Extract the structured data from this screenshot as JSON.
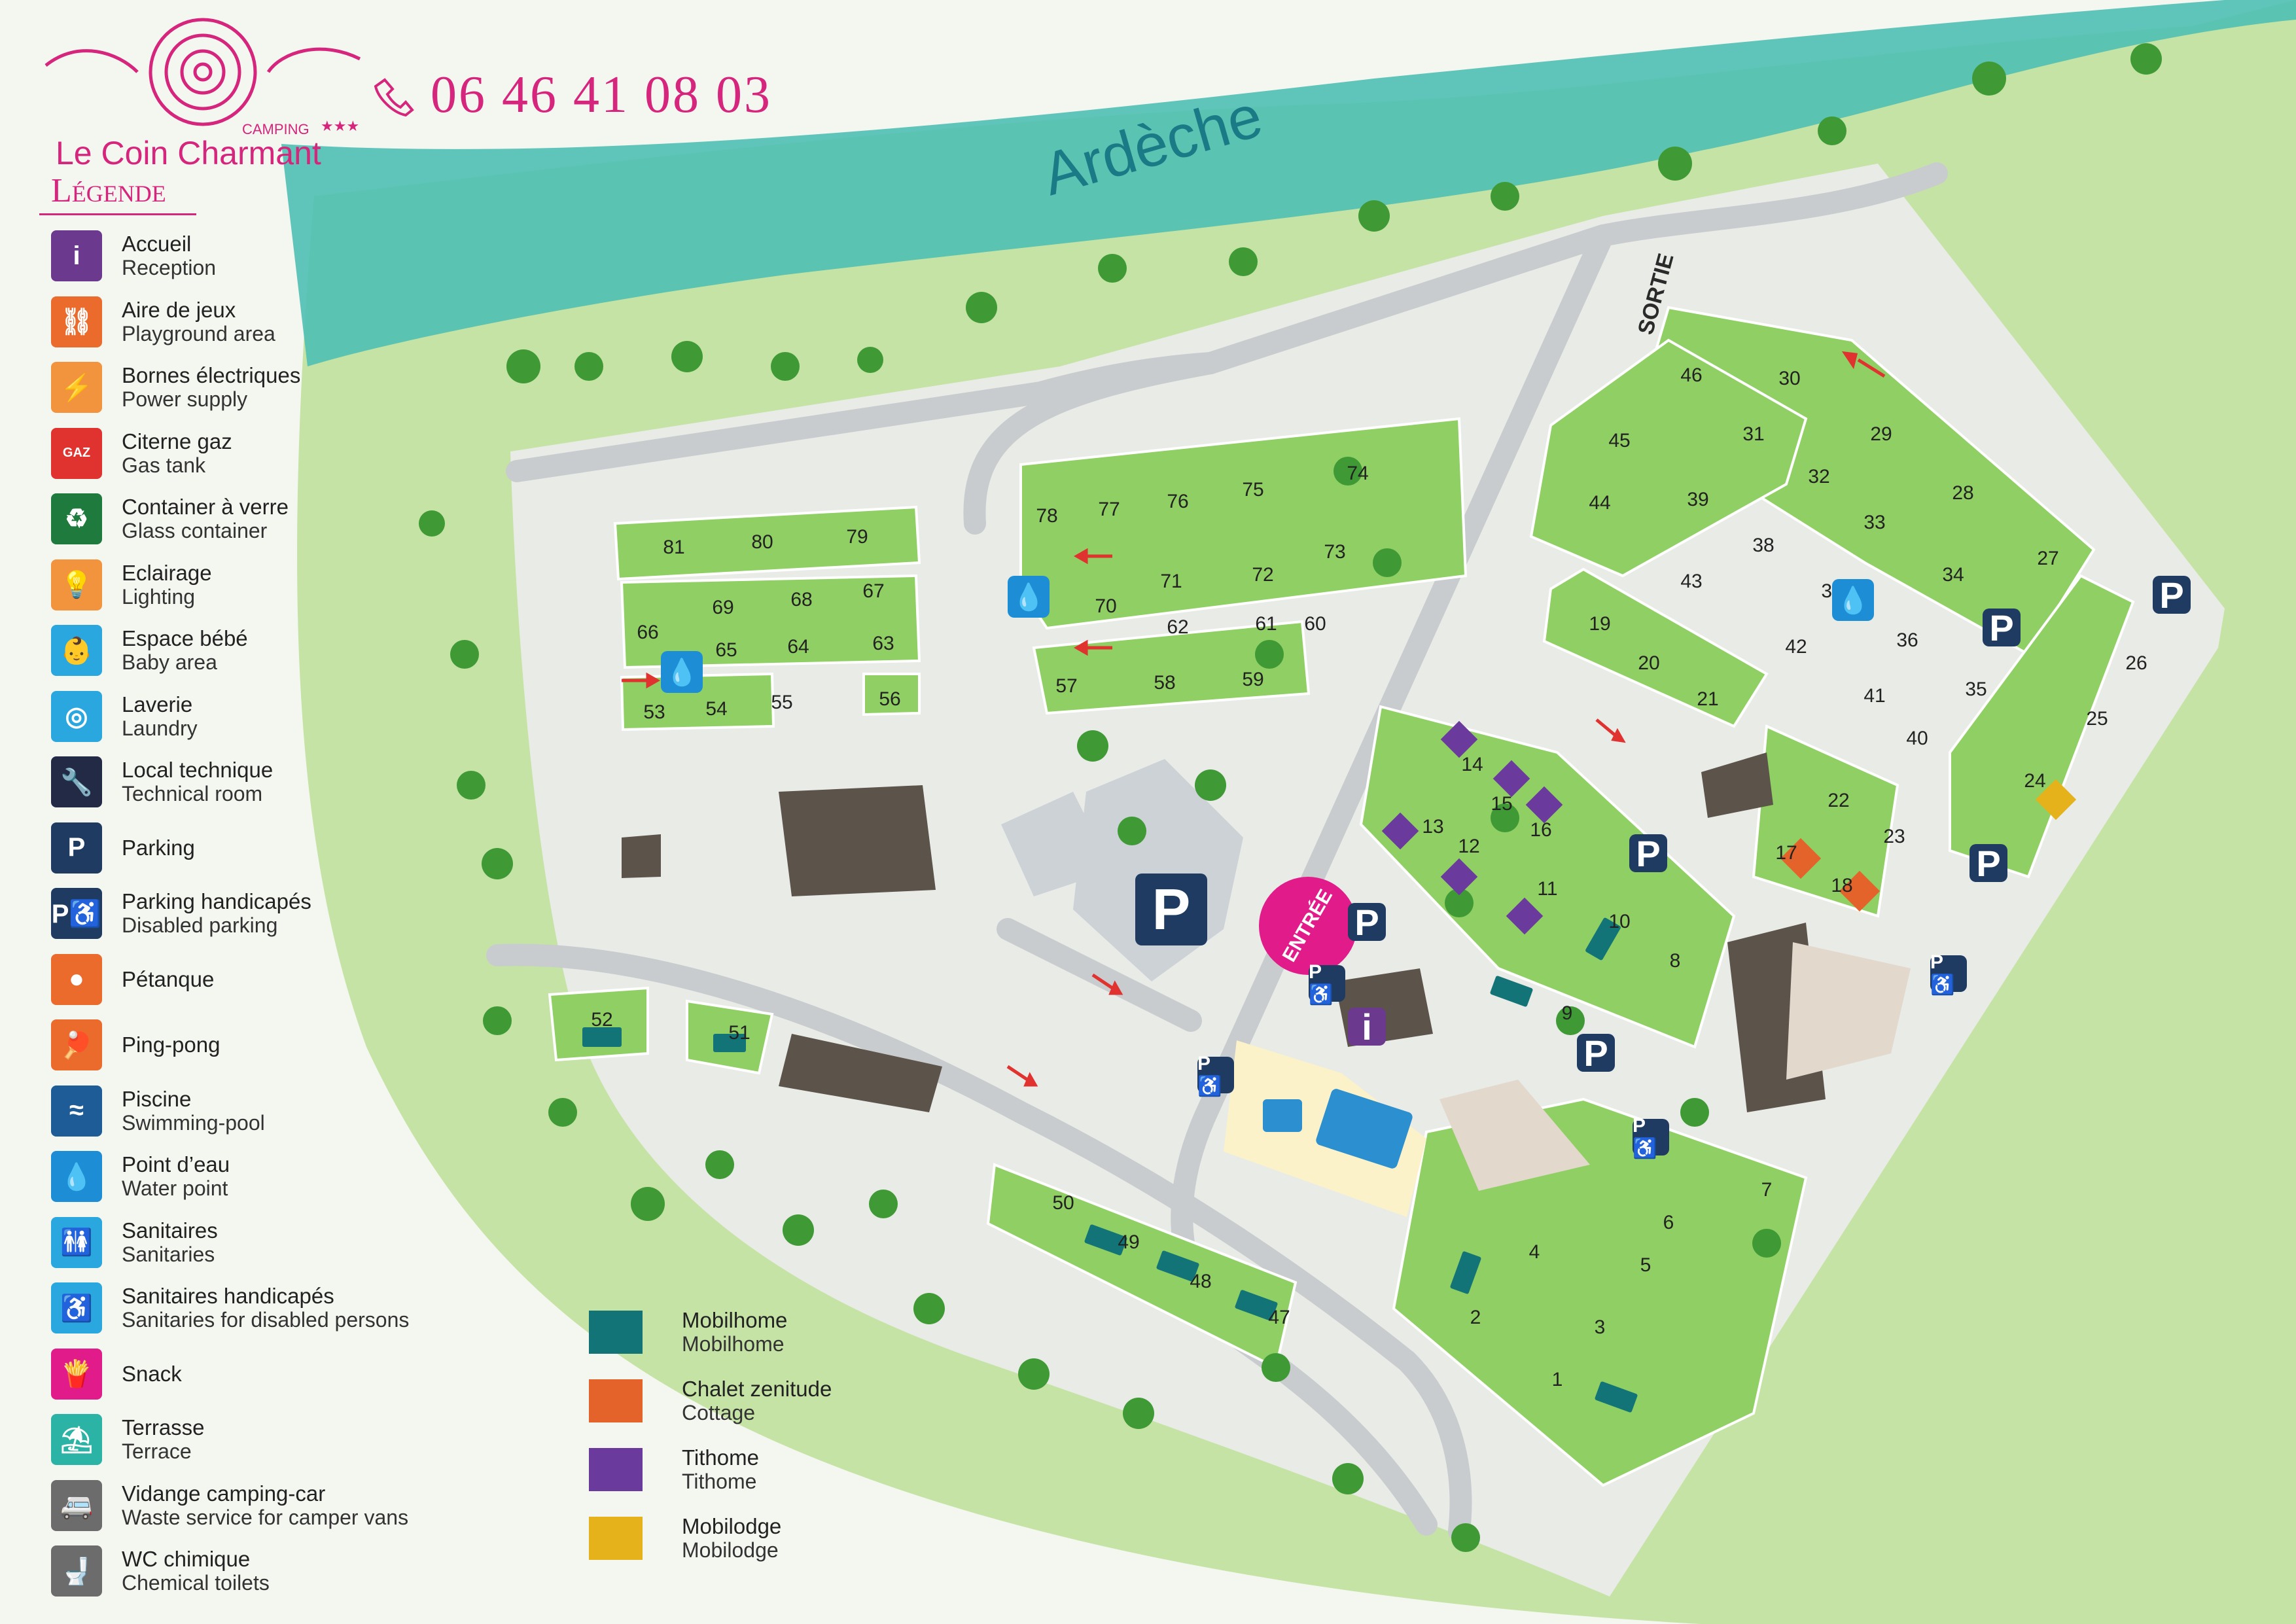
{
  "brand": {
    "name": "Le Coin Charmant",
    "tag": "CAMPING",
    "stars": "★★★",
    "phone": "06 46 41 08 03"
  },
  "colors": {
    "brand": "#d6257c",
    "river": "#4fbfb3",
    "grass": "#a9d97a",
    "pitch": "#8fcf63",
    "road": "#c9ccce",
    "parking_sign": "#1f3b62",
    "mobilhome": "#137477",
    "chalet": "#e4632a",
    "tithome": "#6a3a9c",
    "mobilodge": "#e6b21c"
  },
  "map": {
    "river_name": "Ardèche",
    "exit_label": "SORTIE",
    "entrance_label": "ENTRÉE"
  },
  "legend": {
    "title": "Légende",
    "items": [
      {
        "fr": "Accueil",
        "en": "Reception",
        "icon": "info-icon",
        "color": "#6b3a8e",
        "glyph": "i"
      },
      {
        "fr": "Aire de jeux",
        "en": "Playground area",
        "icon": "playground-icon",
        "color": "#ea6b2c",
        "glyph": "⛓"
      },
      {
        "fr": "Bornes électriques",
        "en": "Power supply",
        "icon": "power-plug-icon",
        "color": "#f2933d",
        "glyph": "⚡"
      },
      {
        "fr": "Citerne gaz",
        "en": "Gas tank",
        "icon": "gas-tank-icon",
        "color": "#e0322f",
        "glyph": "GAZ"
      },
      {
        "fr": "Container à verre",
        "en": "Glass container",
        "icon": "recycle-icon",
        "color": "#1f7a3d",
        "glyph": "♻"
      },
      {
        "fr": "Eclairage",
        "en": "Lighting",
        "icon": "lightbulb-icon",
        "color": "#f2933d",
        "glyph": "💡"
      },
      {
        "fr": "Espace bébé",
        "en": "Baby area",
        "icon": "baby-icon",
        "color": "#2aa7df",
        "glyph": "👶"
      },
      {
        "fr": "Laverie",
        "en": "Laundry",
        "icon": "washing-machine-icon",
        "color": "#2aa7df",
        "glyph": "◎"
      },
      {
        "fr": "Local technique",
        "en": "Technical room",
        "icon": "wrench-icon",
        "color": "#222a45",
        "glyph": "🔧"
      },
      {
        "fr": "Parking",
        "en": "",
        "icon": "parking-icon",
        "color": "#1f3b62",
        "glyph": "P"
      },
      {
        "fr": "Parking handicapés",
        "en": "Disabled parking",
        "icon": "disabled-parking-icon",
        "color": "#1f3b62",
        "glyph": "P♿"
      },
      {
        "fr": "Pétanque",
        "en": "",
        "icon": "petanque-icon",
        "color": "#ea6b2c",
        "glyph": "●"
      },
      {
        "fr": "Ping-pong",
        "en": "",
        "icon": "ping-pong-icon",
        "color": "#ea6b2c",
        "glyph": "🏓"
      },
      {
        "fr": "Piscine",
        "en": "Swimming-pool",
        "icon": "pool-icon",
        "color": "#1d5c97",
        "glyph": "≈"
      },
      {
        "fr": "Point d’eau",
        "en": "Water point",
        "icon": "water-drop-icon",
        "color": "#1d8ed6",
        "glyph": "💧"
      },
      {
        "fr": "Sanitaires",
        "en": "Sanitaries",
        "icon": "sanitaries-icon",
        "color": "#2aa7df",
        "glyph": "🚻"
      },
      {
        "fr": "Sanitaires handicapés",
        "en": "Sanitaries for disabled persons",
        "icon": "disabled-sanitaries-icon",
        "color": "#2aa7df",
        "glyph": "♿"
      },
      {
        "fr": "Snack",
        "en": "",
        "icon": "snack-icon",
        "color": "#e21b8a",
        "glyph": "🍟"
      },
      {
        "fr": "Terrasse",
        "en": "Terrace",
        "icon": "terrace-icon",
        "color": "#2bb3a6",
        "glyph": "⛱"
      },
      {
        "fr": "Vidange camping-car",
        "en": "Waste service for camper vans",
        "icon": "camper-van-icon",
        "color": "#6c6c6c",
        "glyph": "🚐"
      },
      {
        "fr": "WC chimique",
        "en": "Chemical toilets",
        "icon": "chemical-toilet-icon",
        "color": "#6c6c6c",
        "glyph": "🚽"
      }
    ]
  },
  "accommodation": [
    {
      "fr": "Mobilhome",
      "en": "Mobilhome",
      "icon": "mobilhome-icon",
      "color": "#137477"
    },
    {
      "fr": "Chalet zenitude",
      "en": "Cottage",
      "icon": "chalet-icon",
      "color": "#e4632a"
    },
    {
      "fr": "Tithome",
      "en": "Tithome",
      "icon": "tithome-icon",
      "color": "#6a3a9c"
    },
    {
      "fr": "Mobilodge",
      "en": "Mobilodge",
      "icon": "mobilodge-icon",
      "color": "#e6b21c"
    }
  ],
  "pitches": [
    "1",
    "2",
    "3",
    "4",
    "5",
    "6",
    "7",
    "8",
    "9",
    "10",
    "11",
    "12",
    "13",
    "14",
    "15",
    "16",
    "17",
    "18",
    "19",
    "20",
    "21",
    "22",
    "23",
    "24",
    "25",
    "26",
    "27",
    "28",
    "29",
    "30",
    "31",
    "32",
    "33",
    "34",
    "35",
    "36",
    "37",
    "38",
    "39",
    "40",
    "41",
    "42",
    "43",
    "44",
    "45",
    "46",
    "47",
    "48",
    "49",
    "50",
    "51",
    "52",
    "53",
    "54",
    "55",
    "56",
    "57",
    "58",
    "59",
    "60",
    "61",
    "62",
    "63",
    "64",
    "65",
    "66",
    "67",
    "68",
    "69",
    "70",
    "71",
    "72",
    "73",
    "74",
    "75",
    "76",
    "77",
    "78",
    "79",
    "80",
    "81"
  ],
  "signs": {
    "parking": "P",
    "disabled_parking": "P♿",
    "reception": "i",
    "water": "💧"
  }
}
